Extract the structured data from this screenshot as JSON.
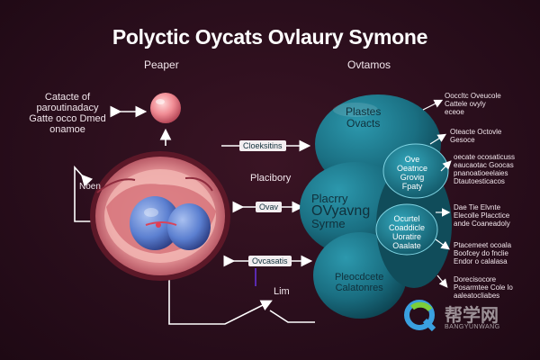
{
  "title": "Polyctic Oycats Ovlaury Symone",
  "top_labels": {
    "left": "Peaper",
    "right": "Ovtamos"
  },
  "left_labels": {
    "top_block": [
      "Catacte of",
      "paroutinadacy",
      "Gatte occo Dmed",
      "onamoe"
    ],
    "side_tag": "Noen"
  },
  "center_labels": {
    "arrow_top": "Cloeksitins",
    "middle_text": "Placibory",
    "arrow_middle": "Ovav",
    "arrow_bottom": "Ovcasatis",
    "bottom_tag": "Lim"
  },
  "right_shape_labels": {
    "top": [
      "Plastes",
      "Ovacts"
    ],
    "center": [
      "Placrry",
      "OVyavng",
      "Syrme"
    ],
    "small_1": [
      "Ove",
      "Oeatnce",
      "Grovig",
      "Fpaty"
    ],
    "small_2": [
      "Ocurtel",
      "Coaddicle",
      "Uoratire",
      "Oaalate"
    ],
    "bottom": [
      "Pleocdcete",
      "Calatonres"
    ]
  },
  "right_notes": [
    [
      "Ooccltc Oveucole",
      "Cattele ovyly",
      "eceoe"
    ],
    [
      "Oteacte Octovle",
      "Gesoce"
    ],
    [
      "oecate ocosaticuss",
      "eaucaotac Goocas",
      "pnanoatioeelaies",
      "Dtautoesticacos"
    ],
    [
      "Dae Tie Elvnte",
      "Elecolle Placctice",
      "ande Coaneadoly"
    ],
    [
      "Ptacemeet ocoala",
      "Boofcey do fnclie",
      "Endor o calalasa"
    ],
    [
      "Dorecisocore",
      "Posarmtee Cole lo",
      "aaleatocliabes"
    ]
  ],
  "watermark": {
    "text": "帮学网",
    "sub": "BANGYUNWANG"
  },
  "colors": {
    "background": "#2a0e1c",
    "teal_main": "#1a6f82",
    "teal_dark": "#0f4d5c",
    "tissue_pink": "#e2959a",
    "ovary_blue": "#5b7fd0",
    "arrow": "#ffffff"
  },
  "icons": [
    "arrow-right-icon",
    "arrow-left-icon",
    "arrow-up-icon",
    "double-arrow-icon",
    "logo-q-icon"
  ]
}
